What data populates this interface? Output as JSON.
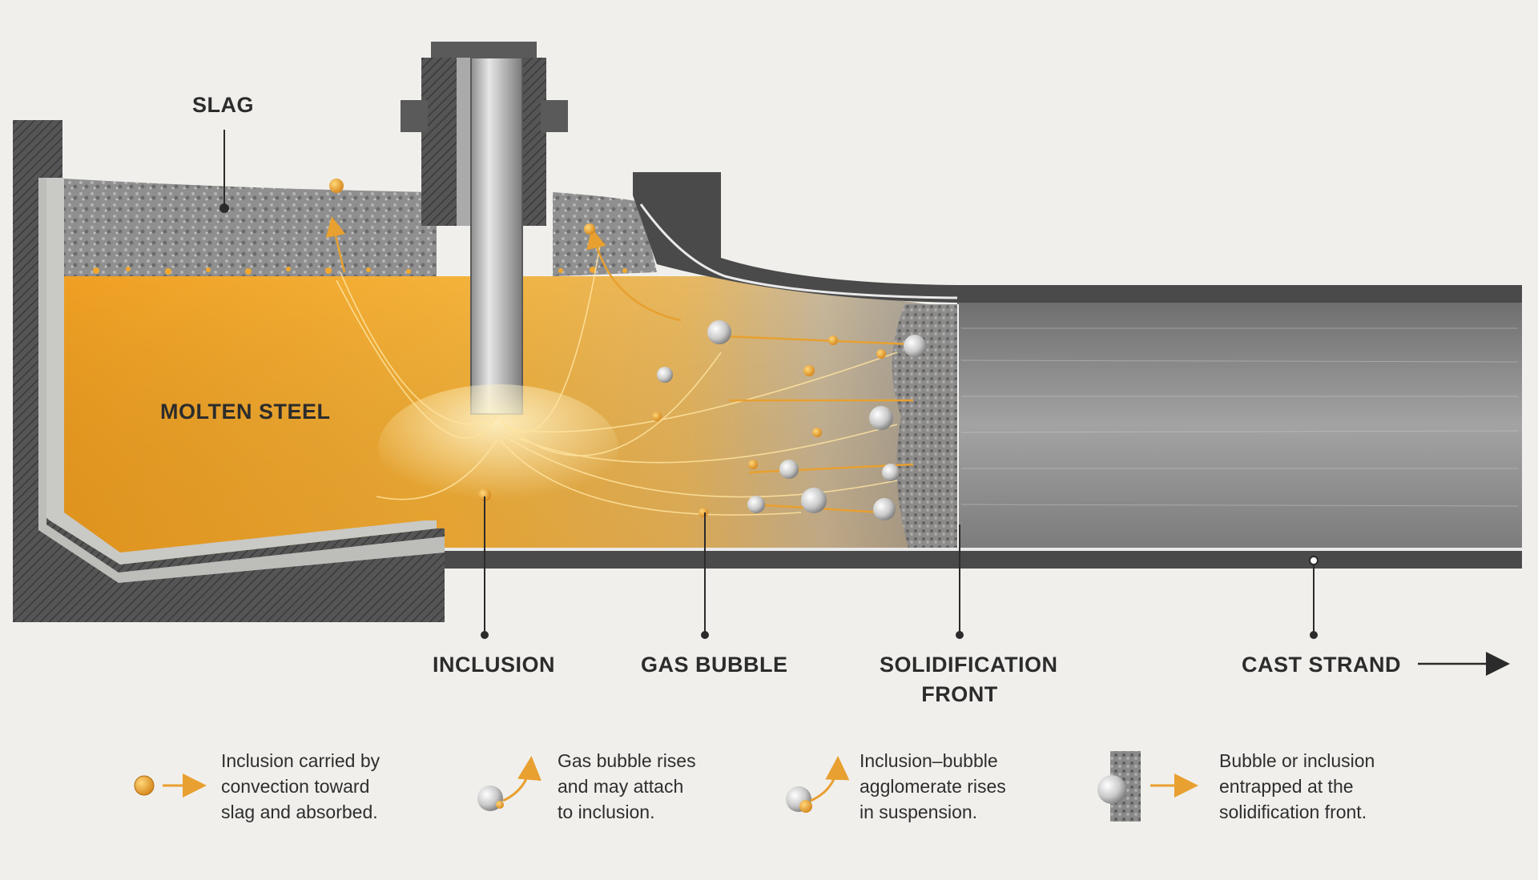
{
  "labels": {
    "slag": "SLAG",
    "molten_steel": "MOLTEN STEEL",
    "inclusion": "INCLUSION",
    "gas_bubble": "GAS BUBBLE",
    "solidification_front_line1": "SOLIDIFICATION",
    "solidification_front_line2": "FRONT",
    "cast_strand": "CAST STRAND"
  },
  "legend": [
    {
      "line1": "Inclusion carried by",
      "line2": "convection toward",
      "line3": "slag and absorbed.",
      "icon": "inclusion-arrow-icon"
    },
    {
      "line1": "Gas bubble rises",
      "line2": "and may attach",
      "line3": "to inclusion.",
      "icon": "bubble-rise-icon"
    },
    {
      "line1": "Inclusion–bubble",
      "line2": "agglomerate rises",
      "line3": "in suspension.",
      "icon": "agglomerate-rise-icon"
    },
    {
      "line1": "Bubble or inclusion",
      "line2": "entrapped at the",
      "line3": "solidification front.",
      "icon": "entrapment-icon"
    }
  ],
  "colors": {
    "background": "#f0efeb",
    "molten_steel": "#f2a52a",
    "inclusion": "#f0a830",
    "refractory": "#4a4a4a",
    "slag": "#8d8d8d",
    "strand": "#8a8a8a"
  }
}
